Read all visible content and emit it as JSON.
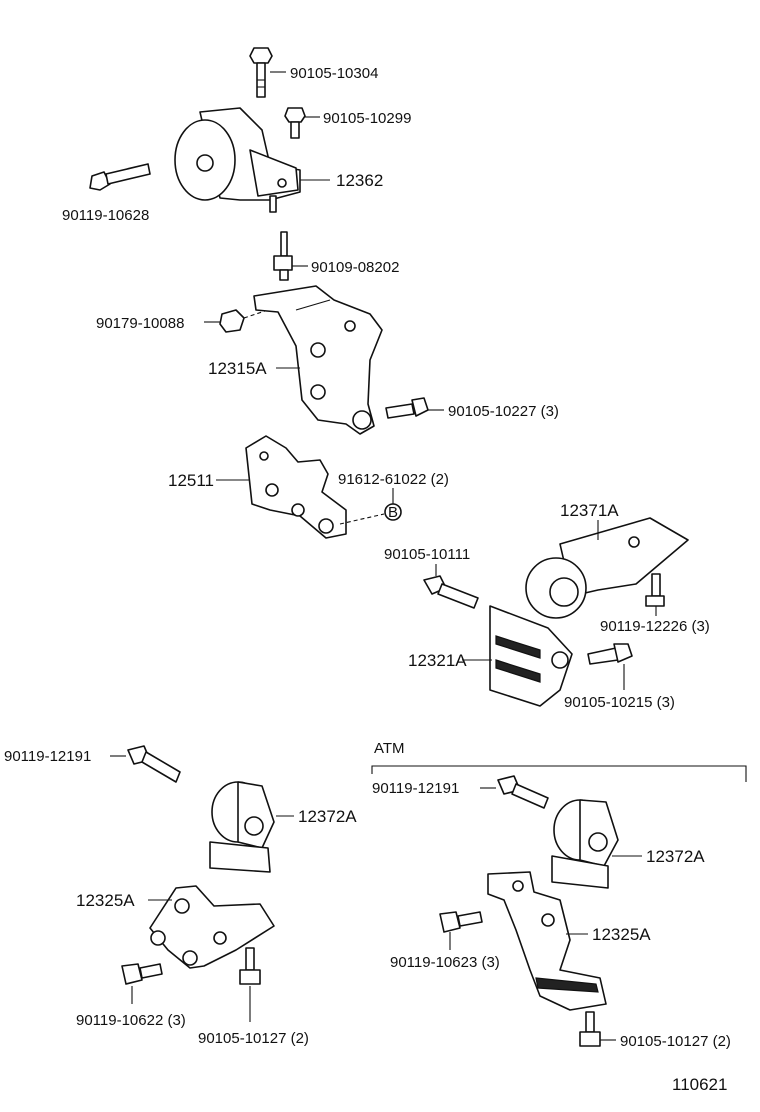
{
  "labels": {
    "p1": "90105-10304",
    "p2": "90105-10299",
    "p3": "12362",
    "p4": "90119-10628",
    "p5": "90109-08202",
    "p6": "90179-10088",
    "p7": "12315A",
    "p8": "90105-10227 (3)",
    "p9": "12511",
    "p10": "91612-61022 (2)",
    "p11": "12371A",
    "p12": "90105-10111",
    "p13": "90119-12226 (3)",
    "p14": "12321A",
    "p15": "90105-10215 (3)",
    "p16": "90119-12191",
    "p17": "12372A",
    "p18": "12325A",
    "p19": "90119-10622 (3)",
    "p20": "90105-10127 (2)",
    "atm": "ATM",
    "p21": "90119-12191",
    "p22": "12372A",
    "p23": "12325A",
    "p24": "90119-10623 (3)",
    "p25": "90105-10127 (2)",
    "ref_b": "B",
    "diagram_code": "110621"
  }
}
